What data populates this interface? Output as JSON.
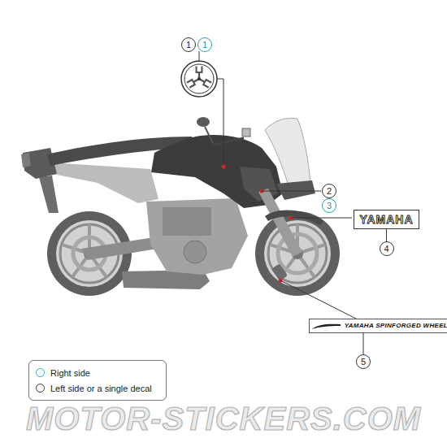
{
  "diagram": {
    "nodes": [
      {
        "text": [
          "1"
        ]
      },
      {
        "text": [
          "1"
        ]
      },
      {
        "text": [
          "2"
        ]
      },
      {
        "text": [
          "3"
        ]
      },
      {
        "text": [
          "YAMAHA"
        ]
      },
      {
        "text": [
          "4"
        ]
      },
      {
        "text": [
          "YAMAHA SPINFORGED WHEEL"
        ]
      },
      {
        "text": [
          "5"
        ]
      }
    ],
    "edges": [
      {
        "from": 5,
        "to": 4,
        "arrow": "none"
      },
      {
        "from": 7,
        "to": 6,
        "arrow": "none"
      }
    ],
    "labels": [
      "MOTOR-STICKERS.COM"
    ],
    "legend": [
      {
        "text": "Right side",
        "color": "#2aa9c0"
      },
      {
        "text": "Left side or a single decal",
        "color": "#333333"
      }
    ]
  }
}
